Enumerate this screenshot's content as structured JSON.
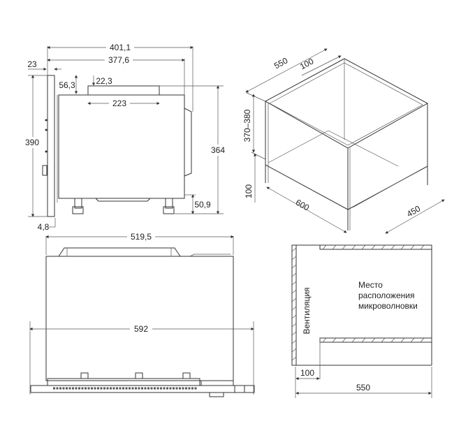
{
  "side_view": {
    "dims": {
      "overall_depth": "401,1",
      "body_depth": "377,6",
      "front_panel": "23",
      "top_offset": "56,3",
      "top_cover_height": "22,3",
      "top_cover_width": "223",
      "total_height": "390",
      "body_height": "364",
      "feet_height": "50,9",
      "bottom_offset": "4,8"
    }
  },
  "iso_view": {
    "dims": {
      "depth": "550",
      "rear_gap": "100",
      "niche_height": "370–380",
      "bottom_gap": "100",
      "width": "600",
      "depth_bottom": "450"
    }
  },
  "top_view": {
    "dims": {
      "body_width": "519,5",
      "front_width": "592"
    }
  },
  "section_view": {
    "ventilation_label": "Вентиляция",
    "placement_label": [
      "Место",
      "расположения",
      "микроволновки"
    ],
    "dims": {
      "vent_gap": "100",
      "depth": "550"
    }
  }
}
